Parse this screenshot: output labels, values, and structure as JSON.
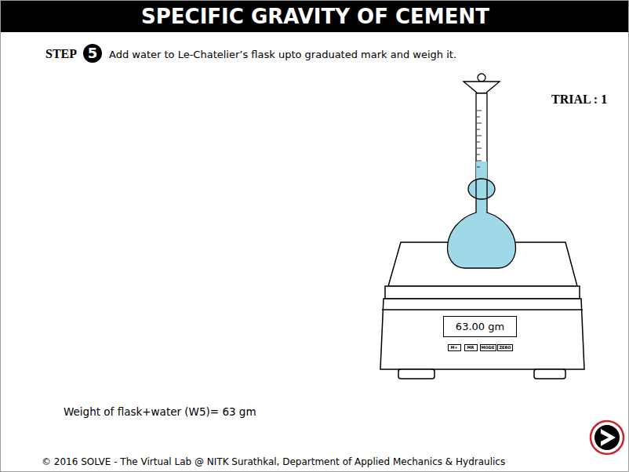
{
  "diagram": {
    "title": "SPECIFIC GRAVITY OF CEMENT",
    "nodes": [
      {
        "text": [
          "5"
        ]
      },
      {
        "text": [
          "63.00 gm"
        ]
      },
      {
        "text": [
          "M+"
        ]
      },
      {
        "text": [
          "MR"
        ]
      },
      {
        "text": [
          "MODE"
        ]
      },
      {
        "text": [
          "ZERO"
        ]
      }
    ],
    "labels": [
      "STEP",
      "Add water to Le-Chatelier’s flask upto graduated mark and weigh it.",
      "TRIAL : 1",
      "Weight of flask+water (W5)= 63 gm",
      "© 2016 SOLVE - The Virtual Lab @ NITK Surathkal, Department of Applied Mechanics & Hydraulics"
    ]
  }
}
